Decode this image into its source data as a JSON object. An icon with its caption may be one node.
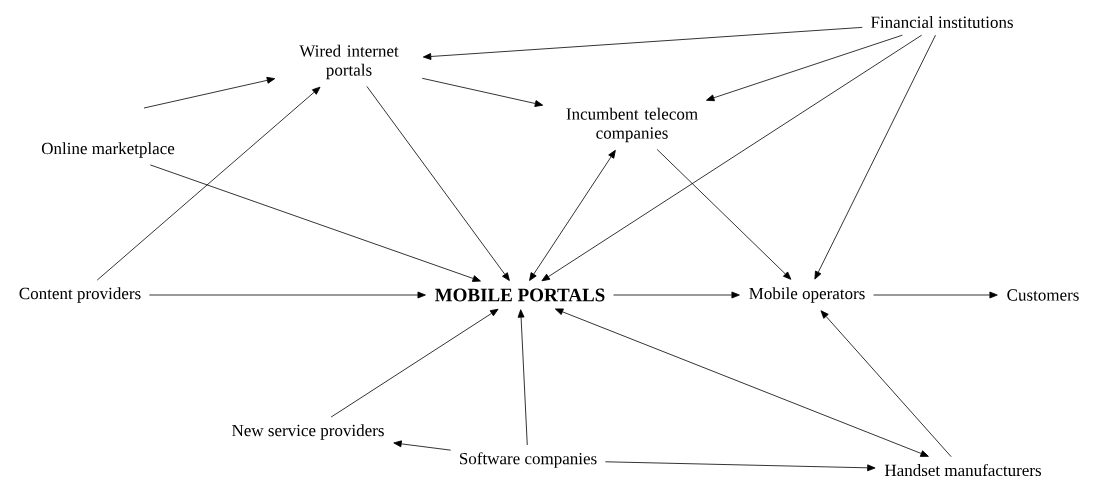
{
  "diagram": {
    "nodes": [
      {
        "text": [
          "Wired internet portals"
        ]
      },
      {
        "text": [
          "Financial institutions"
        ]
      },
      {
        "text": [
          "Incumbent telecom companies"
        ]
      },
      {
        "text": [
          "Online marketplace"
        ]
      },
      {
        "text": [
          "Content providers"
        ]
      },
      {
        "text": [
          "MOBILE PORTALS"
        ]
      },
      {
        "text": [
          "Mobile operators"
        ]
      },
      {
        "text": [
          "Customers"
        ]
      },
      {
        "text": [
          "New service providers"
        ]
      },
      {
        "text": [
          "Software companies"
        ]
      },
      {
        "text": [
          "Handset manufacturers"
        ]
      }
    ],
    "edges": [
      {
        "from": null,
        "to": 0,
        "arrow": "to"
      },
      {
        "from": 1,
        "to": 0,
        "arrow": "to"
      },
      {
        "from": 0,
        "to": 2,
        "arrow": "to"
      },
      {
        "from": 1,
        "to": 2,
        "arrow": "to"
      },
      {
        "from": 0,
        "to": 5,
        "arrow": "to"
      },
      {
        "from": 3,
        "to": 5,
        "arrow": "to"
      },
      {
        "from": 4,
        "to": 0,
        "arrow": "to"
      },
      {
        "from": 2,
        "to": 5,
        "arrow": "both"
      },
      {
        "from": 1,
        "to": 5,
        "arrow": "to"
      },
      {
        "from": 2,
        "to": 6,
        "arrow": "to"
      },
      {
        "from": 1,
        "to": 6,
        "arrow": "to"
      },
      {
        "from": 4,
        "to": 5,
        "arrow": "to"
      },
      {
        "from": 5,
        "to": 6,
        "arrow": "to"
      },
      {
        "from": 6,
        "to": 7,
        "arrow": "to"
      },
      {
        "from": 8,
        "to": 5,
        "arrow": "to"
      },
      {
        "from": 9,
        "to": 5,
        "arrow": "to"
      },
      {
        "from": 10,
        "to": 5,
        "arrow": "both"
      },
      {
        "from": 10,
        "to": 6,
        "arrow": "to"
      },
      {
        "from": 9,
        "to": 8,
        "arrow": "to"
      },
      {
        "from": 9,
        "to": 10,
        "arrow": "to"
      }
    ]
  }
}
